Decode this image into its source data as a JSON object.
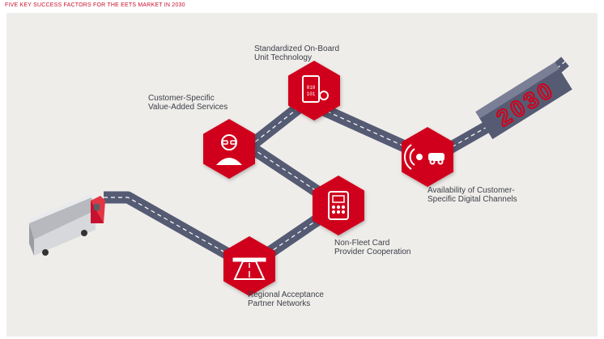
{
  "header": {
    "title": "FIVE KEY SUCCESS FACTORS FOR THE EETS MARKET IN 2030"
  },
  "milestone": {
    "year": "2030"
  },
  "factors": [
    {
      "label_line1": "Standardized On-Board",
      "label_line2": "Unit Technology",
      "icon": "tablet-gear-icon"
    },
    {
      "label_line1": "Customer-Specific",
      "label_line2": "Value-Added Services",
      "icon": "person-glasses-icon"
    },
    {
      "label_line1": "Availability of Customer-",
      "label_line2": "Specific Digital Channels",
      "icon": "car-signal-icon"
    },
    {
      "label_line1": "Non-Fleet Card",
      "label_line2": "Provider Cooperation",
      "icon": "card-terminal-icon"
    },
    {
      "label_line1": "Regional Acceptance",
      "label_line2": "Partner Networks",
      "icon": "road-icon"
    }
  ],
  "colors": {
    "accent": "#d0021b",
    "road": "#565b74",
    "background": "#efedea"
  }
}
